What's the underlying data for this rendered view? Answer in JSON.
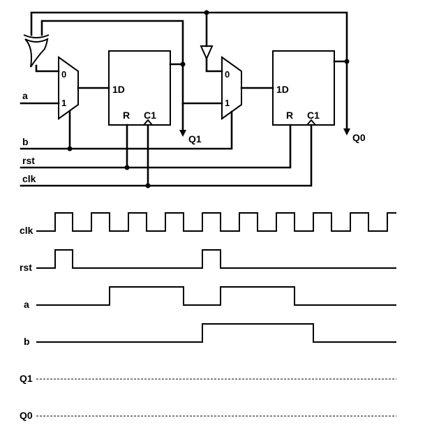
{
  "circuit": {
    "inputs": [
      "a",
      "b",
      "rst",
      "clk"
    ],
    "outputs": [
      "Q1",
      "Q0"
    ],
    "mux_labels": [
      "0",
      "1"
    ],
    "ff_d_label": "1D",
    "ff_r_label": "R",
    "ff_c_label": "C1"
  },
  "timing": {
    "signals": [
      {
        "name": "clk",
        "levels": [
          0,
          1,
          0,
          1,
          0,
          1,
          0,
          1,
          0,
          1,
          0,
          1,
          0,
          1,
          0,
          1,
          0,
          1,
          0,
          1
        ],
        "dashed": false
      },
      {
        "name": "rst",
        "levels": [
          0,
          1,
          0,
          0,
          0,
          0,
          0,
          0,
          0,
          1,
          0,
          0,
          0,
          0,
          0,
          0,
          0,
          0,
          0,
          0
        ],
        "dashed": false
      },
      {
        "name": "a",
        "levels": [
          0,
          0,
          0,
          0,
          1,
          1,
          1,
          1,
          0,
          0,
          1,
          1,
          1,
          1,
          0,
          0,
          0,
          0,
          0,
          0
        ],
        "dashed": false
      },
      {
        "name": "b",
        "levels": [
          0,
          0,
          0,
          0,
          0,
          0,
          0,
          0,
          0,
          1,
          1,
          1,
          1,
          1,
          1,
          0,
          0,
          0,
          0,
          0
        ],
        "dashed": false
      },
      {
        "name": "Q1",
        "levels": [],
        "dashed": true
      },
      {
        "name": "Q0",
        "levels": [],
        "dashed": true
      }
    ]
  }
}
